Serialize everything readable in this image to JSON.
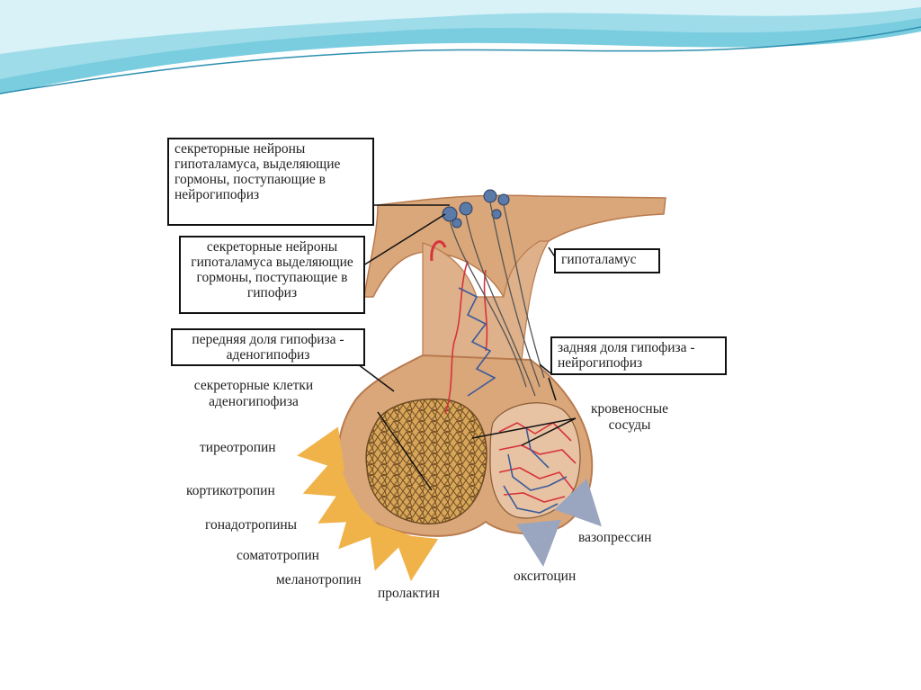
{
  "labels": {
    "neurons_neuro": "секреторные нейроны гипоталамуса, выделяющие гормоны, поступающие в нейрогипофиз",
    "neurons_pit": "секреторные нейроны гипоталамуса выделяющие гормоны, поступающие в гипофиз",
    "hypothalamus": "гипоталамус",
    "anterior": "передняя доля гипофиза - аденогипофиз",
    "posterior": "задняя доля гипофиза - нейрогипофиз",
    "secretory_cells": "секреторные клетки аденогипофиза",
    "vessels": "кровеносные сосуды"
  },
  "hormones": {
    "anterior": [
      "тиреотропин",
      "кортикотропин",
      "гонадотропины",
      "соматотропин",
      "меланотропин",
      "пролактин"
    ],
    "posterior": [
      "вазопрессин",
      "окситоцин"
    ]
  },
  "colors": {
    "tissue": "#d9a77a",
    "tissue_dark": "#b97a4d",
    "arrow_anterior": "#f0b34a",
    "arrow_posterior": "#9aa6bf",
    "vessel_red": "#d8323c",
    "vessel_blue": "#3b5a9a",
    "wave": "#5fc3d9"
  }
}
